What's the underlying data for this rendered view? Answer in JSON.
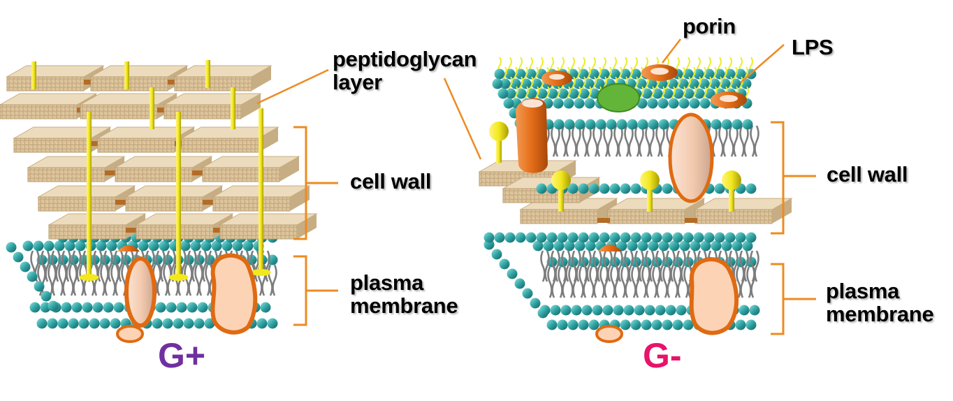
{
  "labels": {
    "peptidoglycan_line1": "peptidoglycan",
    "peptidoglycan_line2": "layer",
    "gp_cell_wall": "cell wall",
    "gp_plasma_line1": "plasma",
    "gp_plasma_line2": "membrane",
    "gp_name": "G+",
    "porin": "porin",
    "lps": "LPS",
    "gn_cell_wall": "cell wall",
    "gn_plasma_line1": "plasma",
    "gn_plasma_line2": "membrane",
    "gn_name": "G-"
  },
  "colors": {
    "bracket": "#ed8b22",
    "phospholipid_head": "#32a8a8",
    "lipid_tail": "#8a8a8a",
    "protein_fill": "#fcd3b5",
    "protein_edge": "#e06a12",
    "peptidoglycan_tile": "#dfc8a1",
    "crosslink": "#b36b25",
    "teichoic_acid": "#f2e81d",
    "lps_chain": "#eded2a",
    "porin_fill": "#e46d18",
    "green_protein": "#63b53a",
    "g_positive": "#7030a0",
    "g_negative": "#e8136b"
  }
}
